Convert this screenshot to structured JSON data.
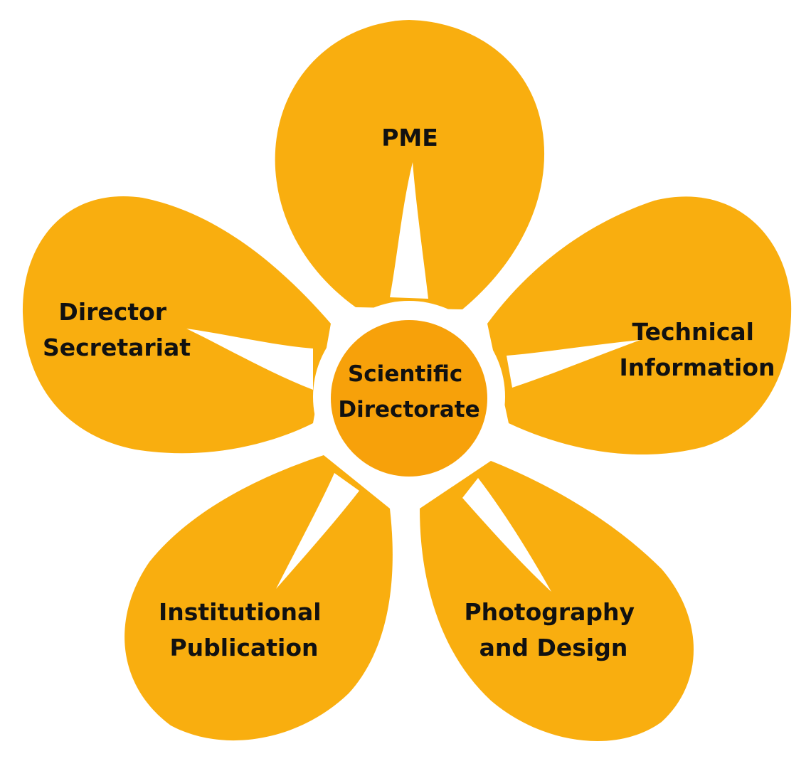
{
  "center": {
    "lines": [
      "Scientific",
      "Directorate"
    ]
  },
  "petals": [
    {
      "lines": [
        "PME"
      ]
    },
    {
      "lines": [
        "Technical",
        "Information"
      ]
    },
    {
      "lines": [
        "Photography",
        "and Design"
      ]
    },
    {
      "lines": [
        "Institutional",
        "Publication"
      ]
    },
    {
      "lines": [
        "Director",
        "Secretariat"
      ]
    }
  ],
  "colors": {
    "petal": "#F9AE0F",
    "hub": "#F7A10A",
    "hub_ring": "#ffffff",
    "text": "#111111",
    "background": "#ffffff"
  }
}
